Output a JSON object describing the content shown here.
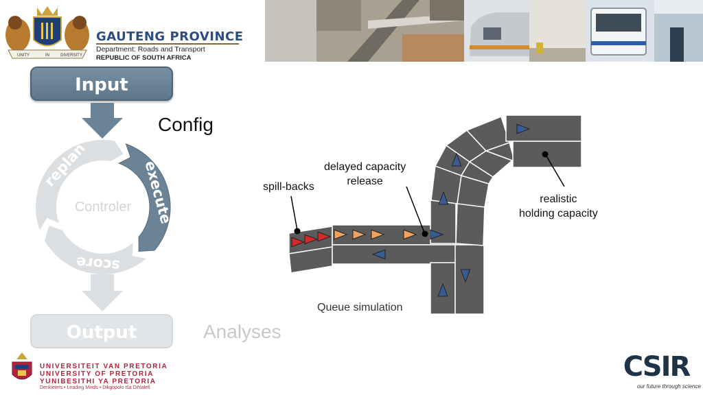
{
  "header": {
    "gov_title": "GAUTENG PROVINCE",
    "department": "Department: Roads and Transport",
    "country": "REPUBLIC OF SOUTH AFRICA",
    "crest_motto": [
      "UNITY",
      "IN",
      "DIVERSITY"
    ]
  },
  "flow": {
    "input_label": "Input",
    "output_label": "Output",
    "config_label": "Config",
    "analyses_label": "Analyses",
    "cycle": {
      "center_label": "Controler",
      "execute_label": "execute",
      "score_label": "score",
      "replan_label": "replan"
    }
  },
  "queue": {
    "spill_backs": "spill-backs",
    "delayed_line1": "delayed capacity",
    "delayed_line2": "release",
    "realistic_line1": "realistic",
    "realistic_line2": "holding capacity",
    "caption": "Queue simulation"
  },
  "footer": {
    "up_line1": "UNIVERSITEIT VAN PRETORIA",
    "up_line2": "UNIVERSITY OF PRETORIA",
    "up_line3": "YUNIBESITHI YA PRETORIA",
    "up_motto": "Denkleiers • Leading Minds • Dikgopolo tša Dihlalefi",
    "csir_logo": "CSIR",
    "csir_tagline": "our future through science"
  },
  "colors": {
    "input_box": "#607a8d",
    "cycle_active": "#647d90",
    "cycle_inactive": "#d7dadd",
    "road": "#5b5b5b",
    "vehicle_red": "#d42a2a",
    "vehicle_orange": "#f2a25a",
    "vehicle_blue": "#3a5c94",
    "up_red": "#b0233b",
    "csir_navy": "#1f3346",
    "gp_blue": "#2c4e7e"
  }
}
